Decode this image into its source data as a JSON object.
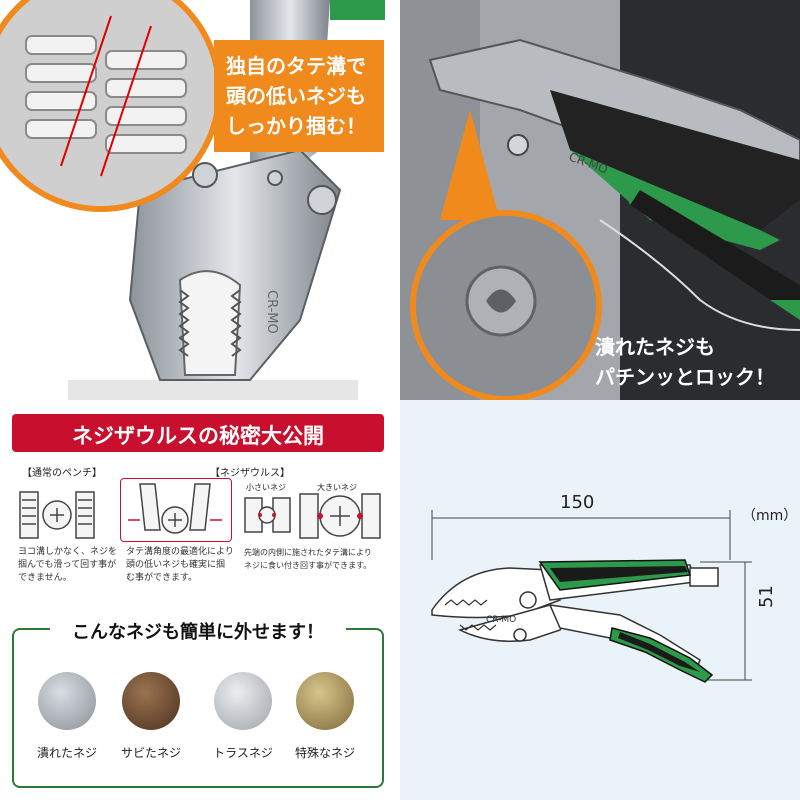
{
  "panel1": {
    "callout_lines": [
      "独自のタテ溝で",
      "頭の低いネジも",
      "しっかり掴む！"
    ],
    "tool_marking": "CR-MO"
  },
  "panel2": {
    "caption_lines": [
      "潰れたネジも",
      "パチンッとロック！"
    ],
    "tool_marking": "CR-MO"
  },
  "panel3": {
    "banner_title": "ネジザウルスの秘密大公開",
    "left_label": "【通常のペンチ】",
    "right_label": "【ネジザウルス】",
    "small_screw_label": "小さいネジ",
    "big_screw_label": "大きいネジ",
    "left_desc": [
      "ヨコ溝しかなく、ネジを",
      "掴んでも滑って回す事が",
      "できません。"
    ],
    "mid_desc": [
      "タテ溝角度の最適化により",
      "頭の低いネジも確実に掴",
      "む事ができます。"
    ],
    "right_desc": [
      "先端の内側に施されたタテ溝により",
      "ネジに食い付き回す事ができます。"
    ],
    "section_title": "こんなネジも簡単に外せます！",
    "screws": [
      {
        "name": "潰れたネジ",
        "color": "#9aa2aa"
      },
      {
        "name": "サビたネジ",
        "color": "#6b4a34"
      },
      {
        "name": "トラスネジ",
        "color": "#b9bcc0"
      },
      {
        "name": "特殊なネジ",
        "color": "#a89460"
      }
    ]
  },
  "panel4": {
    "width_value": "150",
    "height_value": "51",
    "unit": "（mm）",
    "tool_marking": "CR-MO"
  },
  "colors": {
    "accent_orange": "#f18a1d",
    "accent_red": "#c8102e",
    "accent_green": "#2c9a4a"
  }
}
